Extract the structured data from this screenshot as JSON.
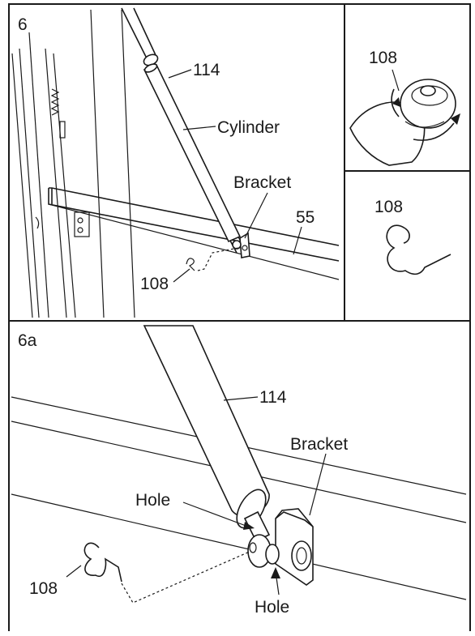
{
  "step_main": "6",
  "step_detail": "6a",
  "panel_main": {
    "cylinder_part": "114",
    "cylinder_name": "Cylinder",
    "bracket": "Bracket",
    "frame_part": "55",
    "clip_part": "108"
  },
  "inset_top": {
    "clip_part": "108"
  },
  "inset_bottom": {
    "clip_part": "108"
  },
  "panel_detail": {
    "cylinder_part": "114",
    "bracket": "Bracket",
    "hole_upper": "Hole",
    "hole_lower": "Hole",
    "clip_part": "108"
  }
}
